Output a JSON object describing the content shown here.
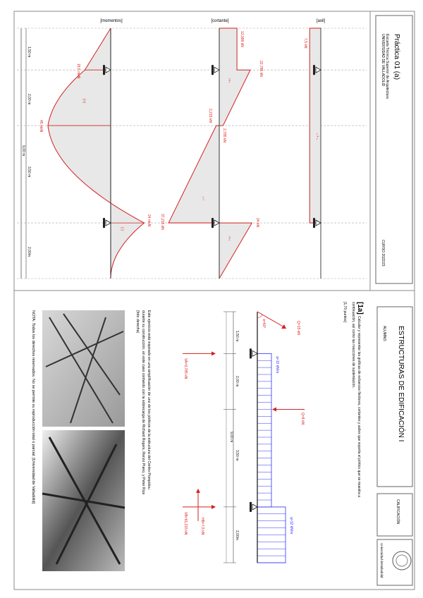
{
  "title_block": {
    "title": "Práctica 01 (a)",
    "school": "Escuela Técnica Superior de Arquitectura",
    "university": "UNIVERSIDAD DE VALLADOLID",
    "course": "CURSO 2022/23"
  },
  "header_block": {
    "subject": "ESTRUCTURAS DE EDIFICACIÓN I",
    "student_label": "ALUMNO:",
    "grade_label": "CALIFICACIÓN",
    "logo_text": "Universidad deValladolid"
  },
  "exercise": {
    "number": "[1a]",
    "statement_line1": "Calcular y representar las gráficas de esfuerzos flectores, cortantes y axiles que soporta el pórtico que se muestra a",
    "statement_line2": "continuación, así como las reacciones de sustentación.",
    "points": "[1,70 puntos]"
  },
  "description": {
    "line1": "Este ejercicio está inspirado en una simplificación de uno de los pórticos de la estructura del Centro Pompidou",
    "line2": "durante su construcción, en este caso contando con la sobrecarga de Richard Rogers, Renzo Piano, y Peter Rice",
    "line3": "(foto derecha)"
  },
  "note": "NOTA: Todos los derechos reservados. No se permite su reproducción total o parcial. [Universidad de Valladolid]",
  "dimensions": {
    "total": "9,00 m",
    "seg1": "1,50 m",
    "seg2": "2,00 m",
    "seg3": "3,50 m",
    "seg4": "2,00m"
  },
  "loads": {
    "Q1": "Q=15 kN",
    "angle": "α=60°",
    "q1": "q=10 kN/m",
    "Q2": "Q=8 kN",
    "q2": "q=12 kN/m",
    "VA": "VA=9,785 kN",
    "HB": "HB=7,5 kN",
    "VB": "VB=61,215 kN"
  },
  "diagrams": {
    "moment": {
      "title": "[momentos]",
      "labels": [
        "18,5 mkN",
        "45 mkN",
        "24 mkN"
      ],
      "sign_pos": "(+)",
      "sign_neg": "(-)",
      "stations_m": [
        0,
        1.5,
        3.5,
        7,
        9
      ],
      "values": [
        0,
        18.5,
        45,
        -24,
        0
      ]
    },
    "shear": {
      "title": "[cortante]",
      "labels": [
        "12,999 kN",
        "22,785 kN",
        "2,785 kN",
        "2,215 kN",
        "37,215 kN",
        "24 kN"
      ],
      "sign_pos": "↑+↓",
      "sign_neg": "↓-↑",
      "stations_m": [
        0,
        1.5,
        1.5,
        3.5,
        3.5,
        7,
        7,
        9
      ],
      "values": [
        12.999,
        12.999,
        22.785,
        2.785,
        -2.215,
        -37.215,
        24,
        0
      ]
    },
    "axial": {
      "title": "[axil]",
      "labels": [
        "7,5 kN"
      ],
      "sign": "→+←",
      "range_m": [
        0,
        7
      ],
      "value": -7.5
    }
  },
  "colors": {
    "force": "#d22222",
    "load": "#3333ff",
    "fill": "#e8e8e8"
  }
}
